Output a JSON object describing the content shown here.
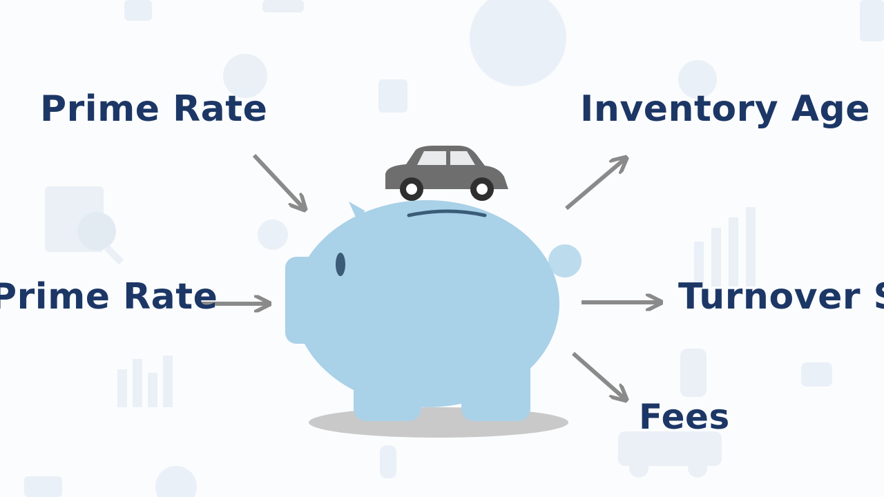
{
  "colors": {
    "label": "#1c3766",
    "arrow": "#8a8a8a",
    "piggy_bank": "#a9d1e8",
    "car": "#6e6e6e",
    "shadow": "#c9c9c9",
    "background_icons": "#d5e2ee"
  },
  "diagram": {
    "center": {
      "icon": "piggy-bank-icon",
      "topper_icon": "car-icon"
    },
    "inputs": [
      {
        "label": "Prime Rate",
        "arrow": "arrow-into-center"
      },
      {
        "label": "Prime Rate",
        "arrow": "arrow-into-center"
      }
    ],
    "outputs": [
      {
        "label": "Inventory Age",
        "arrow": "arrow-out-of-center"
      },
      {
        "label": "Turnover S",
        "arrow": "arrow-out-of-center"
      },
      {
        "label": "Fees",
        "arrow": "arrow-out-of-center"
      }
    ]
  },
  "background_icons": [
    "document-magnifier-icon",
    "bar-chart-icon",
    "trend-chart-icon",
    "gear-icon",
    "dollar-icon",
    "truck-icon",
    "globe-icon",
    "money-bag-icon",
    "car-icon"
  ]
}
